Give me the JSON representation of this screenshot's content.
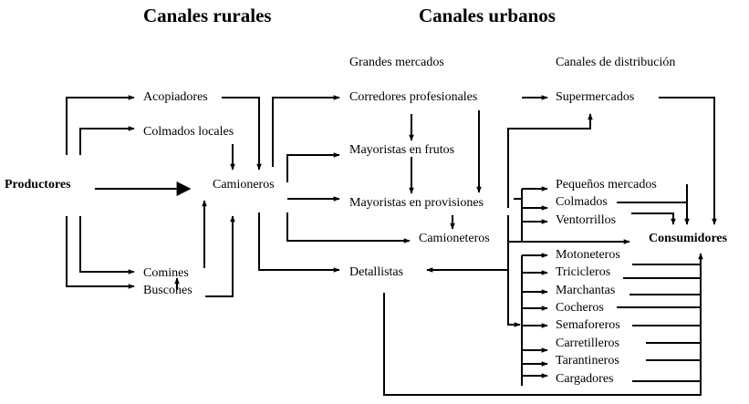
{
  "titles": {
    "rural": "Canales rurales",
    "urban": "Canales urbanos"
  },
  "section_headers": {
    "markets": "Grandes mercados",
    "distribution": "Canales de distribución"
  },
  "nodes": {
    "productores": "Productores",
    "acopiadores": "Acopiadores",
    "colmados_locales": "Colmados locales",
    "camioneros": "Camioneros",
    "comines": "Comines",
    "buscones": "Buscones",
    "corredores": "Corredores profesionales",
    "mayoristas_frutos": "Mayoristas en frutos",
    "mayoristas_provisiones": "Mayoristas en provisiones",
    "camioneteros": "Camioneteros",
    "detallistas": "Detallistas",
    "supermercados": "Supermercados",
    "pequenos_mercados": "Pequeños mercados",
    "colmados": "Colmados",
    "ventorrillos": "Ventorrillos",
    "consumidores": "Consumidores",
    "motoneteros": "Motoneteros",
    "tricicleros": "Tricicleros",
    "marchantas": "Marchantas",
    "cocheros": "Cocheros",
    "semaforeros": "Semaforeros",
    "carretilleros": "Carretilleros",
    "tarantineros": "Tarantineros",
    "cargadores": "Cargadores"
  }
}
